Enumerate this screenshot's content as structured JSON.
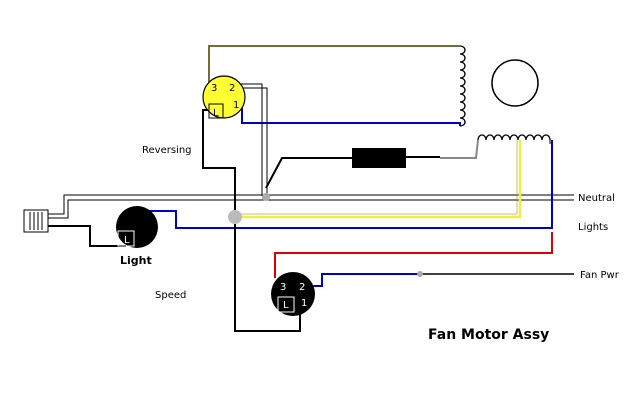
{
  "labels": {
    "reversing": "Reversing",
    "speed": "Speed",
    "light": "Light",
    "neutral": "Neutral",
    "lights": "Lights",
    "fan_pwr": "Fan Pwr",
    "title": "Fan Motor Assy"
  },
  "reversing_switch": {
    "t3": "3",
    "t2": "2",
    "t1": "1",
    "tL": "L"
  },
  "speed_switch": {
    "t3": "3",
    "t2": "2",
    "t1": "1",
    "tL": "L"
  },
  "light_switch": {
    "tL": "L"
  },
  "colors": {
    "olive": "#7a6a3a",
    "blue": "#0000cc",
    "red": "#dd0000",
    "yellow": "#eeee44",
    "black": "#000000",
    "gray": "#888888",
    "yellow_switch": "#ffff33"
  }
}
